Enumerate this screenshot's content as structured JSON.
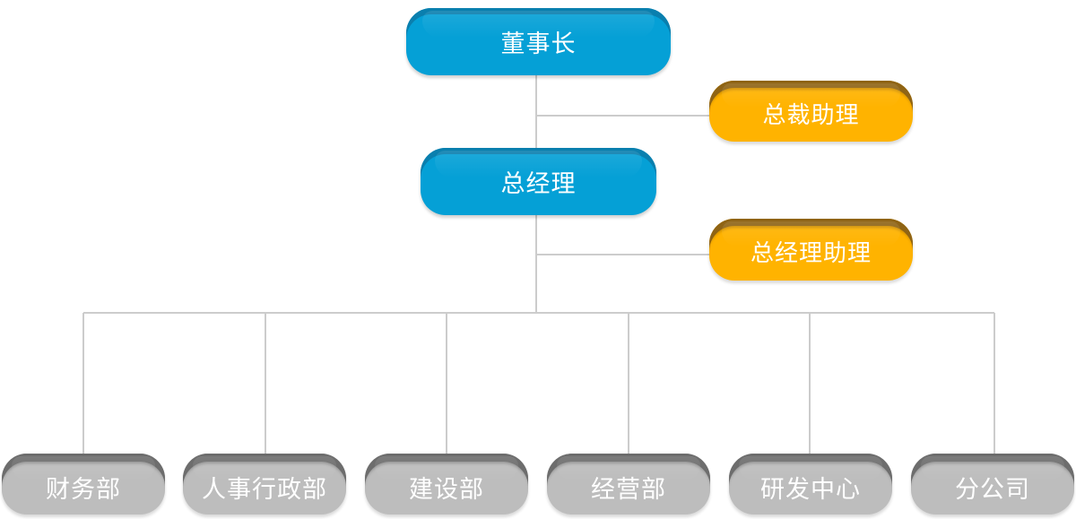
{
  "chairman": "董事长",
  "president_assistant": "总裁助理",
  "general_manager": "总经理",
  "gm_assistant": "总经理助理",
  "departments": [
    "财务部",
    "人事行政部",
    "建设部",
    "经营部",
    "研发中心",
    "分公司"
  ],
  "colors": {
    "primary": "#05a0d6",
    "assistant": "#ffb300",
    "department": "#bdbdbd",
    "connector": "#cccccc"
  }
}
